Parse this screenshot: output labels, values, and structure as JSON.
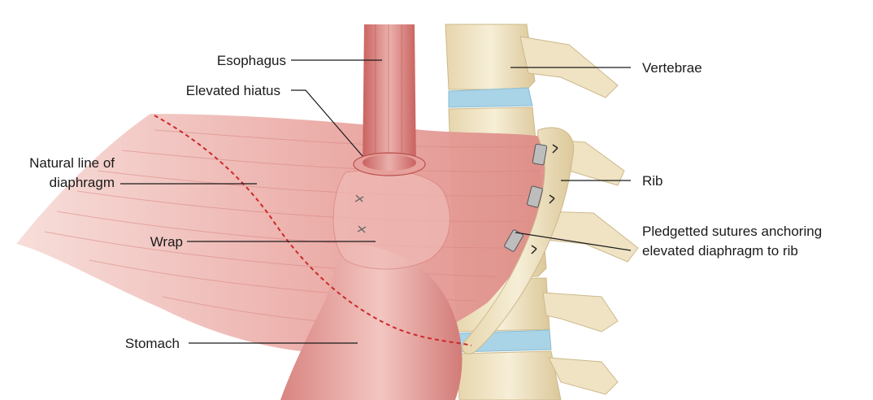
{
  "labels": {
    "esophagus": "Esophagus",
    "elevated_hiatus": "Elevated hiatus",
    "natural_line_1": "Natural line of",
    "natural_line_2": "diaphragm",
    "wrap": "Wrap",
    "stomach": "Stomach",
    "vertebrae": "Vertebrae",
    "rib": "Rib",
    "pledgets_1": "Pledgetted sutures anchoring",
    "pledgets_2": "elevated diaphragm to rib"
  },
  "colors": {
    "muscle": "#e39a97",
    "muscle_light": "#f2c3bf",
    "muscle_dark": "#c9625f",
    "bone": "#efe3c4",
    "bone_shade": "#d9c79a",
    "disc": "#a9d3e6",
    "dashed_line": "#cc2a2a",
    "leader": "#1a1a1a"
  }
}
